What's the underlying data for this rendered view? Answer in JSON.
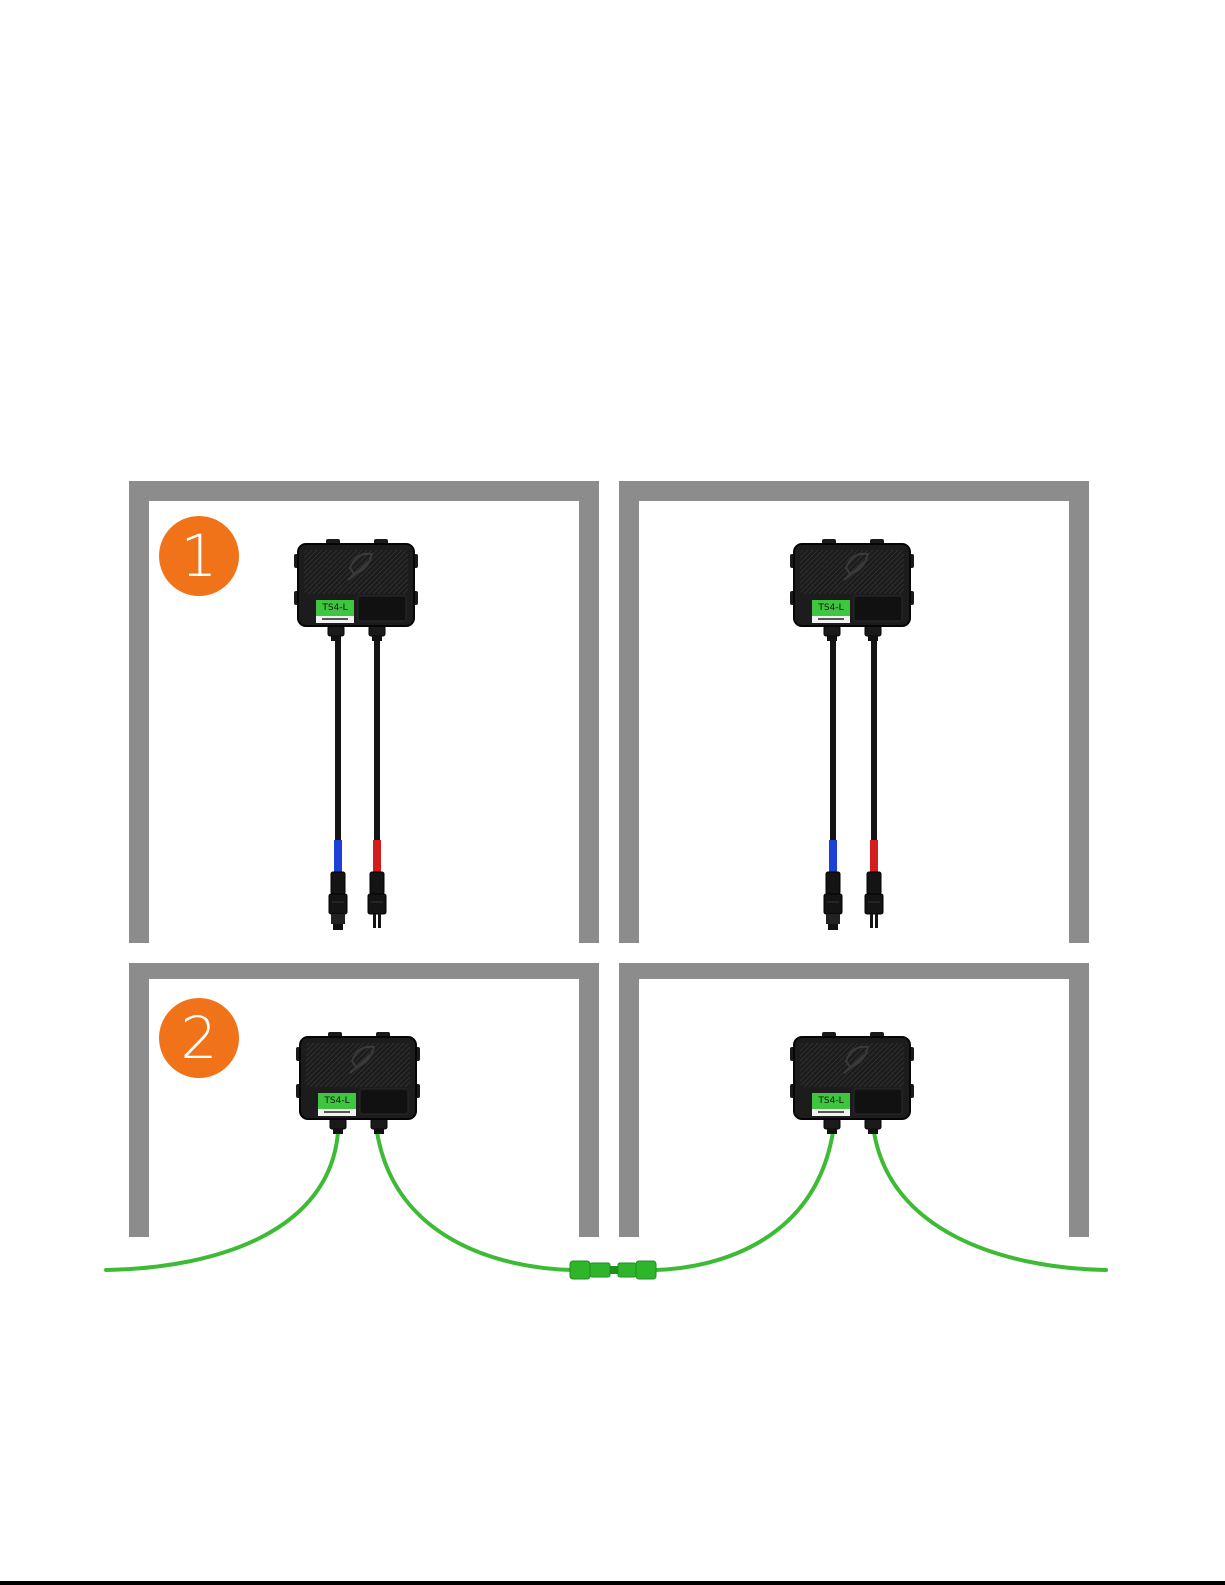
{
  "steps": [
    {
      "number": "1",
      "color": "#f07319"
    },
    {
      "number": "2",
      "color": "#f07319"
    }
  ],
  "device": {
    "label": "TS4-L",
    "label_color": "#3ec63e",
    "body_color": "#1c1c1c",
    "icon": "leaf-logo-icon"
  },
  "colors": {
    "panel_frame": "#8c8c8c",
    "cable_black": "#141414",
    "cable_negative": "#1f3fd6",
    "cable_positive": "#d41e1e",
    "cable_connected": "#3dbb35",
    "connector_green": "#2fb52c",
    "connector_black": "#111111"
  }
}
